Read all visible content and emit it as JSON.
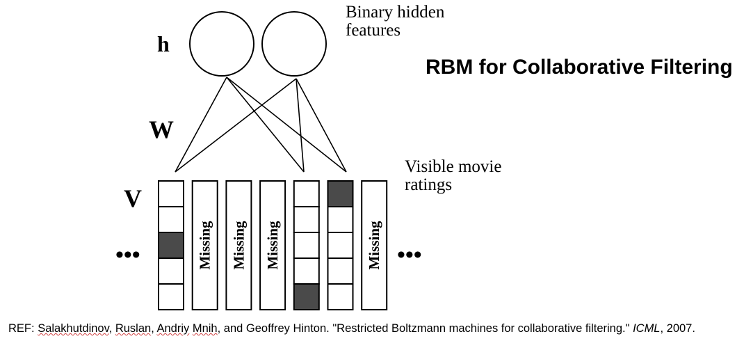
{
  "title": "RBM for Collaborative Filtering",
  "labels": {
    "h": "h",
    "w": "W",
    "v": "V",
    "hidden_line1": "Binary hidden",
    "hidden_line2": "features",
    "visible_line1": "Visible movie",
    "visible_line2": "ratings",
    "ellipsis_left": "•••",
    "ellipsis_right": "•••"
  },
  "visible_units": [
    {
      "type": "ratings",
      "filled": [
        2
      ]
    },
    {
      "type": "missing",
      "text": "Missing"
    },
    {
      "type": "missing",
      "text": "Missing"
    },
    {
      "type": "missing",
      "text": "Missing"
    },
    {
      "type": "ratings",
      "filled": [
        4
      ]
    },
    {
      "type": "ratings",
      "filled": [
        0
      ]
    },
    {
      "type": "missing",
      "text": "Missing"
    }
  ],
  "reference": {
    "prefix": "REF:",
    "author1": "Salakhutdinov",
    "comma1": ",",
    "author1_first": "Ruslan",
    "mid1": ",",
    "author2_first": "Andriy",
    "author2_last": "Mnih",
    "rest": ", and Geoffrey Hinton. \"Restricted Boltzmann machines for collaborative filtering.\"",
    "venue": "ICML",
    "year": ", 2007."
  }
}
